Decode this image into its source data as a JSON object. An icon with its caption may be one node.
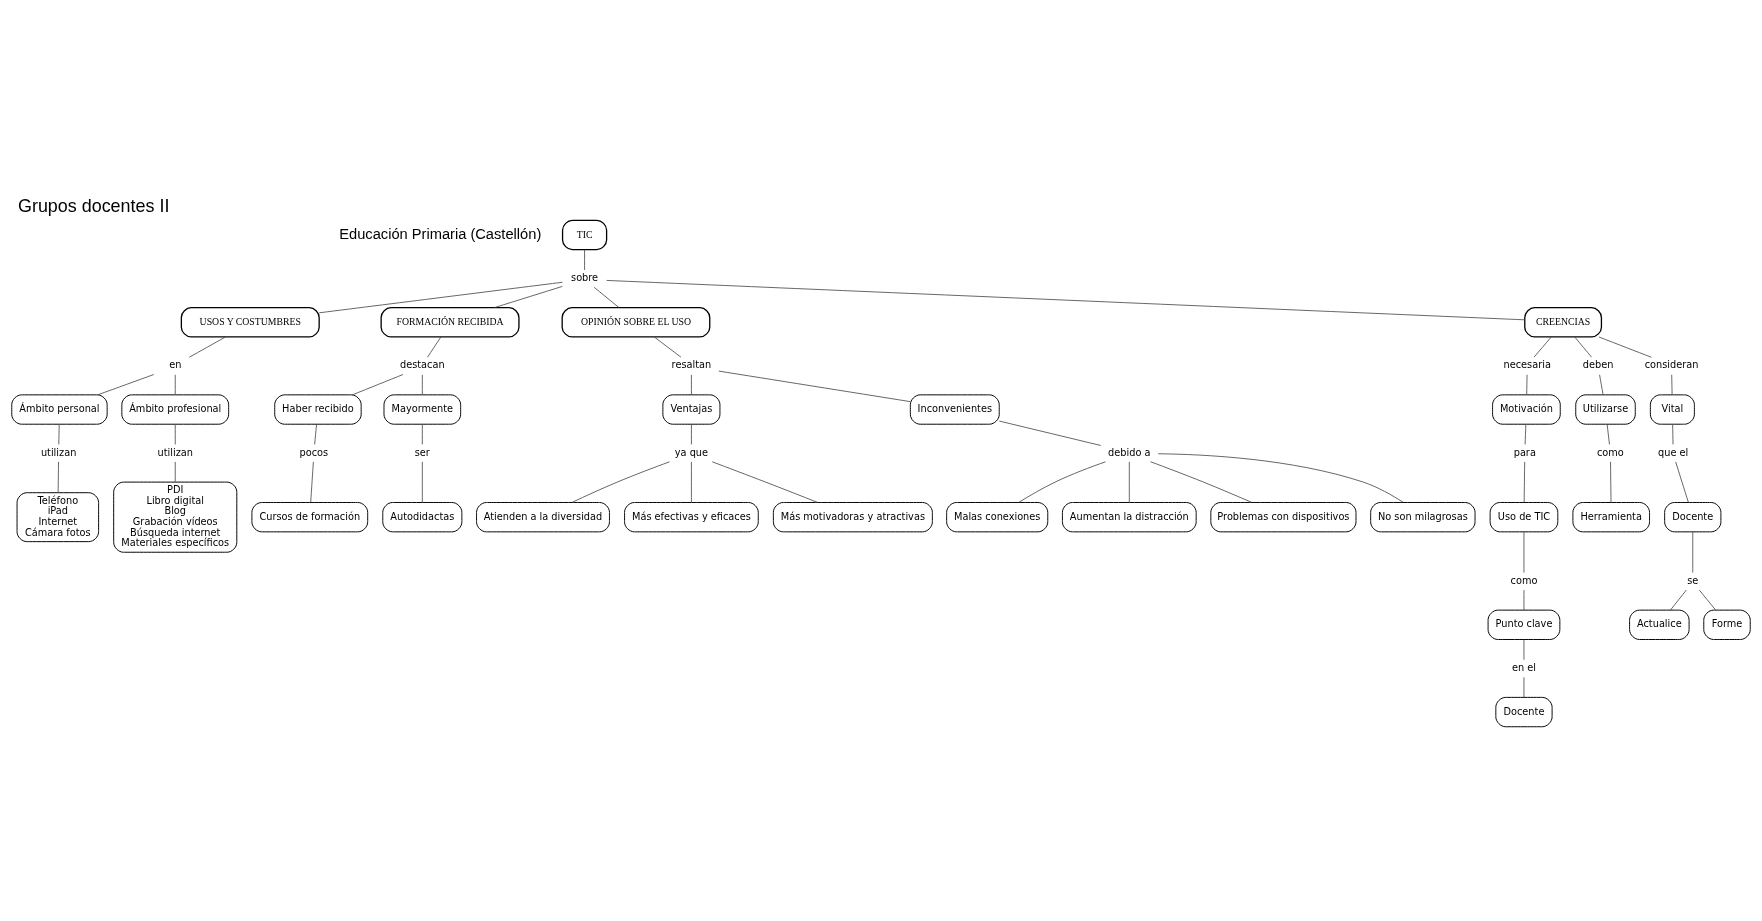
{
  "diagram": {
    "title": "Grupos docentes II",
    "nodes": [
      {
        "text": [
          "TIC"
        ]
      },
      {
        "text": [
          "sobre"
        ]
      },
      {
        "text": [
          "USOS Y COSTUMBRES"
        ]
      },
      {
        "text": [
          "FORMACIÓN RECIBIDA"
        ]
      },
      {
        "text": [
          "OPINIÓN SOBRE EL USO"
        ]
      },
      {
        "text": [
          "CREENCIAS"
        ]
      },
      {
        "text": [
          "en"
        ]
      },
      {
        "text": [
          "destacan"
        ]
      },
      {
        "text": [
          "resaltan"
        ]
      },
      {
        "text": [
          "necesaria"
        ]
      },
      {
        "text": [
          "deben"
        ]
      },
      {
        "text": [
          "consideran"
        ]
      },
      {
        "text": [
          "Ámbito personal"
        ]
      },
      {
        "text": [
          "Ámbito profesional"
        ]
      },
      {
        "text": [
          "Haber recibido"
        ]
      },
      {
        "text": [
          "Mayormente"
        ]
      },
      {
        "text": [
          "Ventajas"
        ]
      },
      {
        "text": [
          "Inconvenientes"
        ]
      },
      {
        "text": [
          "Motivación"
        ]
      },
      {
        "text": [
          "Utilizarse"
        ]
      },
      {
        "text": [
          "Vital"
        ]
      },
      {
        "text": [
          "utilizan"
        ]
      },
      {
        "text": [
          "utilizan"
        ]
      },
      {
        "text": [
          "pocos"
        ]
      },
      {
        "text": [
          "ser"
        ]
      },
      {
        "text": [
          "ya que"
        ]
      },
      {
        "text": [
          "debido a"
        ]
      },
      {
        "text": [
          "para"
        ]
      },
      {
        "text": [
          "como"
        ]
      },
      {
        "text": [
          "que el"
        ]
      },
      {
        "text": [
          "Teléfono",
          "iPad",
          "Internet",
          "Cámara fotos"
        ]
      },
      {
        "text": [
          "PDI",
          "Libro digital",
          "Blog",
          "Grabación vídeos",
          "Búsqueda internet",
          "Materiales específicos"
        ]
      },
      {
        "text": [
          "Cursos de formación"
        ]
      },
      {
        "text": [
          "Autodidactas"
        ]
      },
      {
        "text": [
          "Uso de TIC"
        ]
      },
      {
        "text": [
          "Herramienta"
        ]
      },
      {
        "text": [
          "Docente"
        ]
      },
      {
        "text": [
          "Atienden a la diversidad"
        ]
      },
      {
        "text": [
          "Más efectivas y eficaces"
        ]
      },
      {
        "text": [
          "Más motivadoras y atractivas"
        ]
      },
      {
        "text": [
          "Malas conexiones"
        ]
      },
      {
        "text": [
          "Aumentan la distracción"
        ]
      },
      {
        "text": [
          "Problemas con dispositivos"
        ]
      },
      {
        "text": [
          "No son milagrosas"
        ]
      },
      {
        "text": [
          "como"
        ]
      },
      {
        "text": [
          "se"
        ]
      },
      {
        "text": [
          "Punto clave"
        ]
      },
      {
        "text": [
          "Actualice"
        ]
      },
      {
        "text": [
          "Forme"
        ]
      },
      {
        "text": [
          "en el"
        ]
      },
      {
        "text": [
          "Docente"
        ]
      }
    ],
    "edges": [
      {
        "from": 0,
        "to": 1,
        "arrow": "none"
      },
      {
        "from": 1,
        "to": 2,
        "arrow": "none"
      },
      {
        "from": 1,
        "to": 3,
        "arrow": "none"
      },
      {
        "from": 1,
        "to": 4,
        "arrow": "none"
      },
      {
        "from": 1,
        "to": 5,
        "arrow": "none"
      },
      {
        "from": 2,
        "to": 6,
        "arrow": "none"
      },
      {
        "from": 3,
        "to": 7,
        "arrow": "none"
      },
      {
        "from": 4,
        "to": 8,
        "arrow": "none"
      },
      {
        "from": 5,
        "to": 9,
        "arrow": "none"
      },
      {
        "from": 5,
        "to": 10,
        "arrow": "none"
      },
      {
        "from": 5,
        "to": 11,
        "arrow": "none"
      },
      {
        "from": 6,
        "to": 12,
        "arrow": "none"
      },
      {
        "from": 6,
        "to": 13,
        "arrow": "none"
      },
      {
        "from": 7,
        "to": 14,
        "arrow": "none"
      },
      {
        "from": 7,
        "to": 15,
        "arrow": "none"
      },
      {
        "from": 8,
        "to": 16,
        "arrow": "none"
      },
      {
        "from": 8,
        "to": 17,
        "arrow": "none"
      },
      {
        "from": 9,
        "to": 18,
        "arrow": "none"
      },
      {
        "from": 10,
        "to": 19,
        "arrow": "none"
      },
      {
        "from": 11,
        "to": 20,
        "arrow": "none"
      },
      {
        "from": 12,
        "to": 21,
        "arrow": "none"
      },
      {
        "from": 13,
        "to": 22,
        "arrow": "none"
      },
      {
        "from": 14,
        "to": 23,
        "arrow": "none"
      },
      {
        "from": 15,
        "to": 24,
        "arrow": "none"
      },
      {
        "from": 16,
        "to": 25,
        "arrow": "none"
      },
      {
        "from": 17,
        "to": 26,
        "arrow": "none"
      },
      {
        "from": 18,
        "to": 27,
        "arrow": "none"
      },
      {
        "from": 19,
        "to": 28,
        "arrow": "none"
      },
      {
        "from": 20,
        "to": 29,
        "arrow": "none"
      },
      {
        "from": 21,
        "to": 30,
        "arrow": "none"
      },
      {
        "from": 22,
        "to": 31,
        "arrow": "none"
      },
      {
        "from": 23,
        "to": 32,
        "arrow": "none"
      },
      {
        "from": 24,
        "to": 33,
        "arrow": "none"
      },
      {
        "from": 27,
        "to": 34,
        "arrow": "none"
      },
      {
        "from": 28,
        "to": 35,
        "arrow": "none"
      },
      {
        "from": 29,
        "to": 36,
        "arrow": "none"
      },
      {
        "from": 25,
        "to": 37,
        "arrow": "none"
      },
      {
        "from": 25,
        "to": 39,
        "arrow": "none"
      },
      {
        "from": 25,
        "to": 38,
        "arrow": "none"
      },
      {
        "from": 26,
        "to": 40,
        "arrow": "none"
      },
      {
        "from": 26,
        "to": 42,
        "arrow": "none"
      },
      {
        "from": 26,
        "to": 43,
        "arrow": "none"
      },
      {
        "from": 26,
        "to": 41,
        "arrow": "none"
      },
      {
        "from": 34,
        "to": 44,
        "arrow": "none"
      },
      {
        "from": 36,
        "to": 45,
        "arrow": "none"
      },
      {
        "from": 44,
        "to": 46,
        "arrow": "none"
      },
      {
        "from": 45,
        "to": 47,
        "arrow": "none"
      },
      {
        "from": 45,
        "to": 48,
        "arrow": "none"
      },
      {
        "from": 46,
        "to": 49,
        "arrow": "none"
      },
      {
        "from": 49,
        "to": 50,
        "arrow": "none"
      }
    ],
    "labels": [
      "Educación Primaria (Castellón)"
    ]
  }
}
